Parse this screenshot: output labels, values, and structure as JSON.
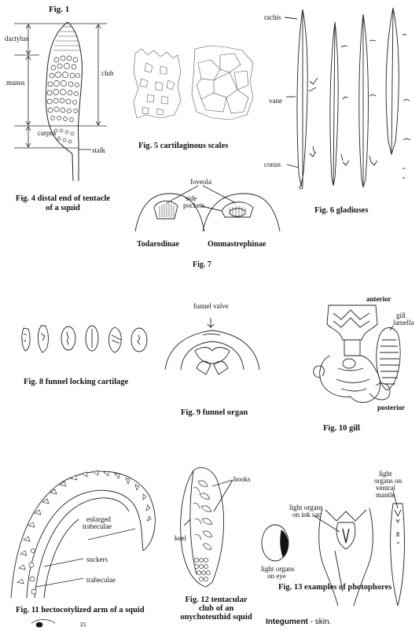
{
  "fig1": {
    "title": "Fig. 1",
    "labels": {
      "dactylus": "dactylus",
      "manus": "manus",
      "club": "club",
      "carpus": "carpus",
      "stalk": "stalk"
    },
    "caption_line1": "Fig. 4 distal end of tentacle",
    "caption_line2": "of a squid"
  },
  "fig5": {
    "caption": "Fig. 5 cartilaginous scales"
  },
  "fig6": {
    "labels": {
      "rachis": "rachis",
      "vane": "vane",
      "conus": "conus"
    },
    "caption": "Fig. 6 gladiuses"
  },
  "fig7": {
    "labels": {
      "foveola": "foveola",
      "side_pockets_1": "side",
      "side_pockets_2": "pockets"
    },
    "left_name": "Todarodinae",
    "right_name": "Ommastrephinae",
    "caption": "Fig. 7"
  },
  "fig8": {
    "caption": "Fig. 8 funnel locking cartilage"
  },
  "fig9": {
    "label_valve": "funnel valve",
    "caption": "Fig. 9 funnel organ"
  },
  "fig10": {
    "anterior": "anterior",
    "gill_1": "gill",
    "gill_2": "lamella",
    "posterior": "posterior",
    "caption": "Fig. 10 gill"
  },
  "fig11": {
    "labels": {
      "enlarged_1": "enlarged",
      "enlarged_2": "trabeculae",
      "suckers": "suckers",
      "trabeculae": "trabeculae"
    },
    "caption": "Fig. 11 hectocotylized arm of a squid"
  },
  "fig12": {
    "labels": {
      "hooks": "hooks",
      "keel": "keel"
    },
    "caption_1": "Fig. 12 tentacular",
    "caption_2": "club of an",
    "caption_3": "onychoteuthid squid"
  },
  "fig13": {
    "ink_1": "light organs",
    "ink_2": "on ink sac",
    "eye_1": "light organs",
    "eye_2": "on eye",
    "mantle_1": "light",
    "mantle_2": "organs on",
    "mantle_3": "ventral",
    "mantle_4": "mantle",
    "caption": "Fig. 13 examples of photophores"
  },
  "footer": {
    "integument_bold": "Integument",
    "integument_rest": " - skin.",
    "fig_num": "21"
  }
}
